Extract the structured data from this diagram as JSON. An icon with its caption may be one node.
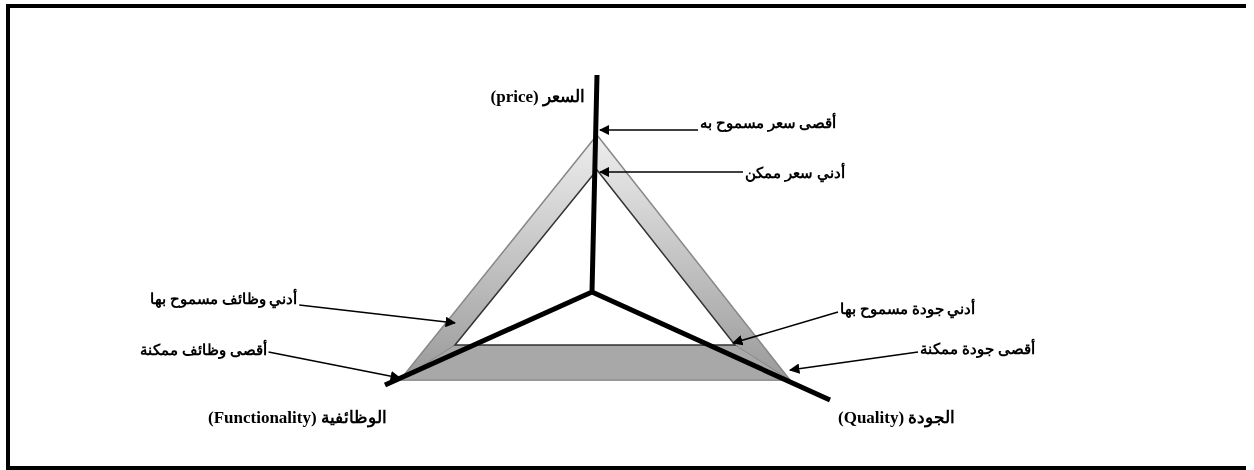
{
  "diagram": {
    "nodes": [
      {
        "text": [
          "أقصى سعر مسموح به"
        ]
      },
      {
        "text": [
          "أدني سعر ممكن"
        ]
      },
      {
        "text": [
          "أدني وظائف مسموح بها"
        ]
      },
      {
        "text": [
          "أقصى وظائف ممكنة"
        ]
      },
      {
        "text": [
          "أدني جودة مسموح بها"
        ]
      },
      {
        "text": [
          "أقصى جودة ممكنة"
        ]
      }
    ],
    "edges": [
      {
        "from": 0,
        "to": null,
        "arrow": "to"
      },
      {
        "from": 1,
        "to": null,
        "arrow": "to"
      },
      {
        "from": 2,
        "to": null,
        "arrow": "to"
      },
      {
        "from": 3,
        "to": null,
        "arrow": "to"
      },
      {
        "from": 4,
        "to": null,
        "arrow": "to"
      },
      {
        "from": 5,
        "to": null,
        "arrow": "to"
      }
    ],
    "labels": [
      "السعر (price)",
      "الوظائفية (Functionality)",
      "الجودة (Quality)"
    ]
  }
}
